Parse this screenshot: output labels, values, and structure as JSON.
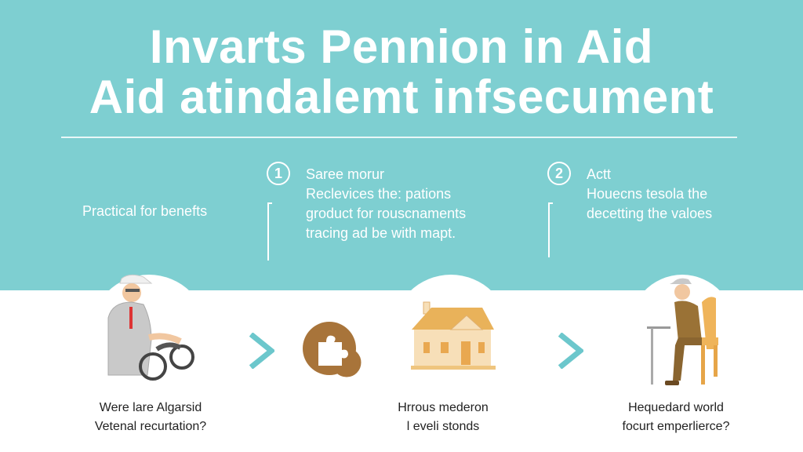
{
  "header": {
    "title_line1": "Invarts Pennion in Aid",
    "title_line2": "Aid atindalemt infsecument"
  },
  "intro": {
    "text": "Practical for benefts"
  },
  "steps": [
    {
      "number": "1",
      "lines": [
        "Saree morur",
        "Reclevices the: pations",
        "groduct for rouscnaments",
        "tracing ad be with mapt."
      ]
    },
    {
      "number": "2",
      "lines": [
        "Actt",
        "Houecns tesola the",
        "decetting the valoes"
      ]
    }
  ],
  "flow": [
    {
      "icon": "elderly-man-wheel-icon",
      "caption": [
        "Were lare Algarsid",
        "Vetenal recurtation?"
      ]
    },
    {
      "icon": "puzzle-coin-icon"
    },
    {
      "icon": "house-icon",
      "caption": [
        "Hrrous mederon",
        "l eveli stonds"
      ]
    },
    {
      "icon": "seated-elderly-man-icon",
      "caption": [
        "Hequedard world",
        "focurt emperlierce?"
      ]
    }
  ],
  "colors": {
    "teal": "#7ecfd1",
    "chevron": "#6cc7cc",
    "brown": "#a8743a",
    "house": "#f2c98a"
  }
}
